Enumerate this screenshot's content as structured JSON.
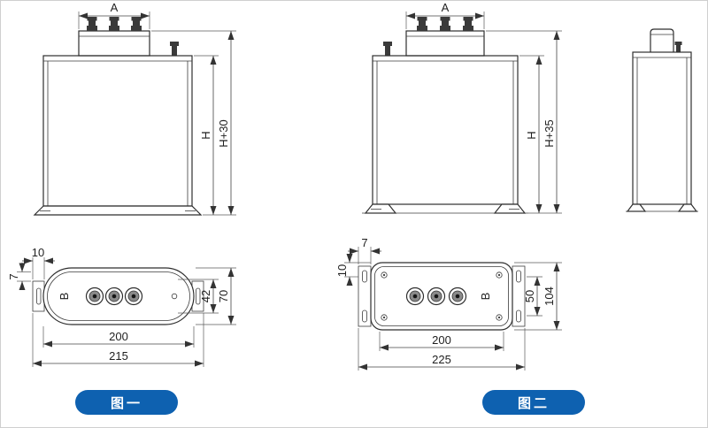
{
  "meta": {
    "accent_blue": "#0e61b0",
    "line_color": "#2e2e2e"
  },
  "figure1": {
    "button_label": "图一",
    "front": {
      "width_label": "A",
      "height_label": "H",
      "total_height_label": "H+30"
    },
    "top": {
      "tab_offset_label": "10",
      "tab_edge_label": "7",
      "body_width_label": "B",
      "inner_height_label": "42",
      "outer_height_label": "70",
      "hole_span_label": "200",
      "total_length_label": "215"
    }
  },
  "figure2": {
    "button_label": "图二",
    "front": {
      "width_label": "A",
      "height_label": "H",
      "total_height_label": "H+35"
    },
    "top": {
      "bracket_width_label": "7",
      "slot_offset_label": "10",
      "body_width_label": "B",
      "inner_height_label": "50",
      "outer_height_label": "104",
      "hole_span_label": "200",
      "total_length_label": "225"
    }
  }
}
